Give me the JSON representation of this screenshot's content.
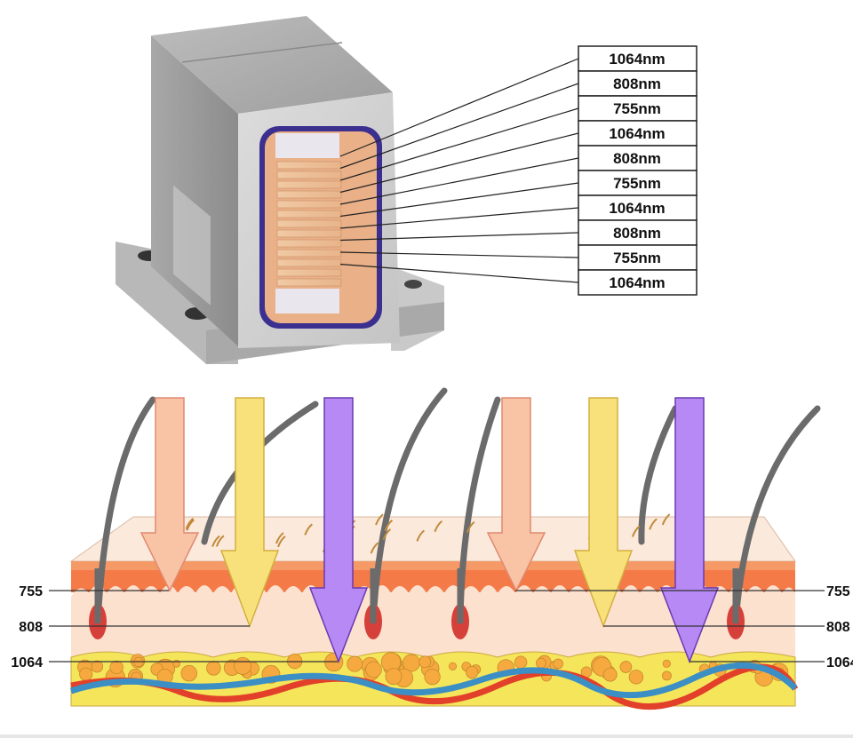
{
  "device_labels": [
    "1064nm",
    "808nm",
    "755nm",
    "1064nm",
    "808nm",
    "755nm",
    "1064nm",
    "808nm",
    "755nm",
    "1064nm"
  ],
  "depth_labels_left": [
    "755",
    "808",
    "1064"
  ],
  "depth_labels_right": [
    "755",
    "808",
    "1064"
  ],
  "colors": {
    "arrow_755": "#f9c3a6",
    "arrow_808": "#f8e07a",
    "arrow_1064": "#b689f5",
    "epidermis": "#f27a4a",
    "dermis": "#fde1cf",
    "fat": "#f5e55a",
    "fat_cell": "#f6a93f",
    "hair": "#6b6b6b",
    "vein": "#3b8fc4",
    "artery": "#e2402a"
  }
}
